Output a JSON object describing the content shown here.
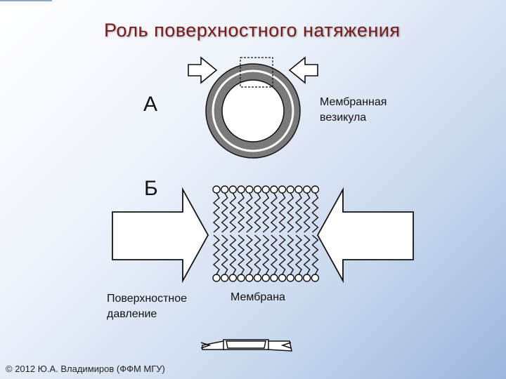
{
  "title": "Роль поверхностного натяжения",
  "labels": {
    "a": "А",
    "b": "Б",
    "vesicle_line1": "Мембранная",
    "vesicle_line2": "везикула",
    "pressure_line1": "Поверхностное",
    "pressure_line2": "давление",
    "membrane": "Мембрана"
  },
  "footer": "© 2012 Ю.А. Владимиров (ФФМ МГУ)",
  "colors": {
    "title": "#7a1a1a",
    "vesicle_ring": "#7a7a7a",
    "stroke": "#111111"
  }
}
